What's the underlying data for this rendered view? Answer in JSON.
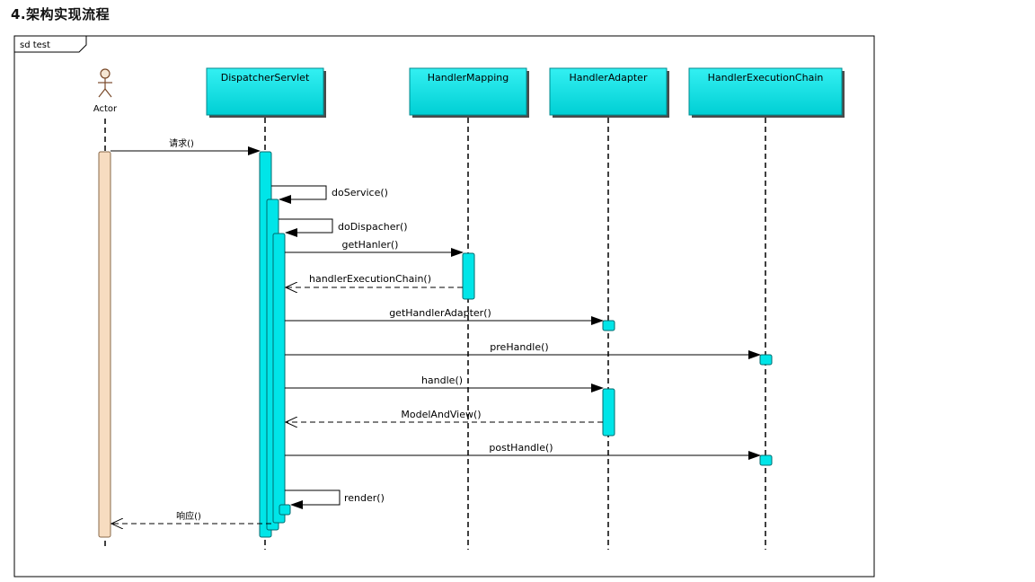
{
  "page": {
    "heading": "4.架构实现流程"
  },
  "diagram": {
    "frame_label": "sd test",
    "actor": {
      "label": "Actor"
    },
    "lifelines": [
      {
        "label": "DispatcherServlet"
      },
      {
        "label": "HandlerMapping"
      },
      {
        "label": "HandlerAdapter"
      },
      {
        "label": "HandlerExecutionChain"
      }
    ],
    "messages": [
      {
        "label": "请求()"
      },
      {
        "label": "doService()"
      },
      {
        "label": "doDispacher()"
      },
      {
        "label": "getHanler()"
      },
      {
        "label": "handlerExecutionChain()"
      },
      {
        "label": "getHandlerAdapter()"
      },
      {
        "label": "preHandle()"
      },
      {
        "label": "handle()"
      },
      {
        "label": "ModelAndView()"
      },
      {
        "label": "postHandle()"
      },
      {
        "label": "render()"
      },
      {
        "label": "响应()"
      }
    ]
  },
  "colors": {
    "lifeline_fill": "#00e5e8",
    "lifeline_dark": "#00b8bd",
    "actor_activation": "#f7dcc0",
    "actor_head": "#f5e6d3",
    "line": "#000000"
  }
}
